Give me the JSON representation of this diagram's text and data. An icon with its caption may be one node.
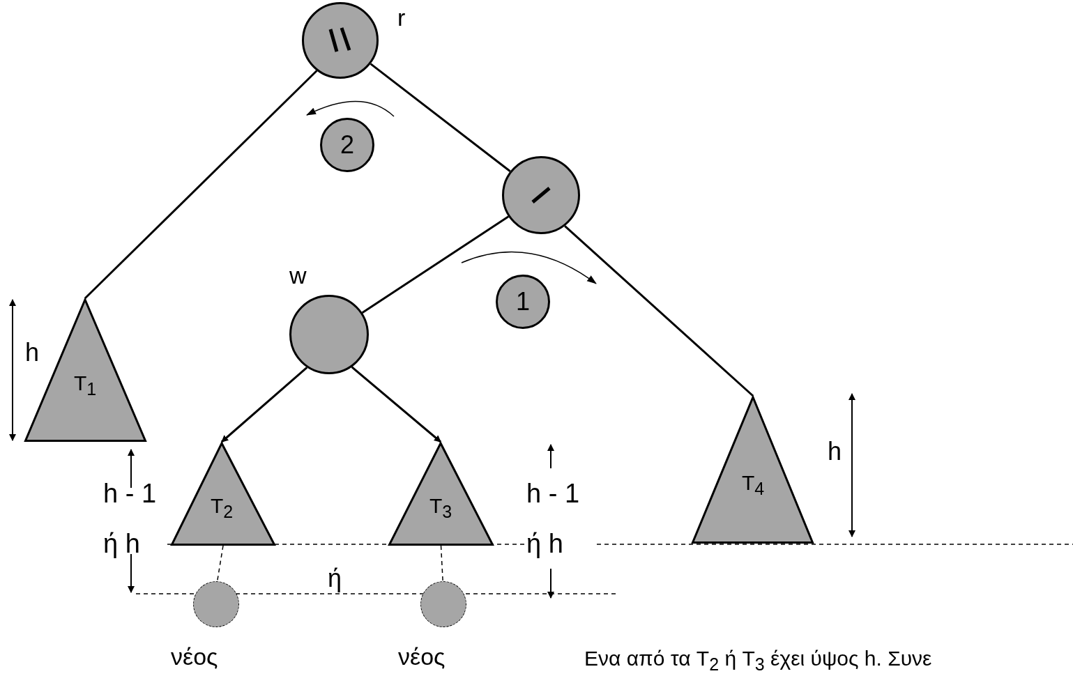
{
  "diagram": {
    "nodes": [
      {
        "text": [],
        "shape": "circle",
        "beside": [
          "r"
        ]
      },
      {
        "text": [],
        "shape": "circle"
      },
      {
        "text": [
          "2"
        ]
      },
      {
        "text": [],
        "shape": "circle",
        "beside": [
          "w"
        ]
      },
      {
        "text": [
          "1"
        ]
      },
      {
        "text": [
          "T$_{1}$"
        ],
        "beside": [
          "h"
        ]
      },
      {
        "text": [
          "T$_{2}$"
        ]
      },
      {
        "text": [
          "T$_{3}$"
        ]
      },
      {
        "text": [
          "T$_{4}$"
        ],
        "beside": [
          "h"
        ]
      },
      {
        "text": [],
        "shape": "circle",
        "beside": [
          "νέος"
        ]
      },
      {
        "text": [],
        "shape": "circle",
        "beside": [
          "νέος"
        ]
      }
    ],
    "edges": [
      {
        "from": 0,
        "to": 5,
        "arrow": "none"
      },
      {
        "from": 0,
        "to": 1,
        "arrow": "none"
      },
      {
        "from": 1,
        "to": 3,
        "arrow": "none"
      },
      {
        "from": 1,
        "to": 8,
        "arrow": "none"
      },
      {
        "from": 3,
        "to": 6,
        "arrow": "to"
      },
      {
        "from": 3,
        "to": 7,
        "arrow": "to"
      },
      {
        "from": 6,
        "to": 9,
        "arrow": "none",
        "style": "dashed"
      },
      {
        "from": 7,
        "to": 10,
        "arrow": "none",
        "style": "dashed"
      }
    ],
    "labels": [
      "h - 1 ή h",
      "h - 1 ή h",
      "ή",
      "Ενα από τα T$_{2}$ ή T$_{3}$ έχει ύψος h. Συνε"
    ]
  }
}
